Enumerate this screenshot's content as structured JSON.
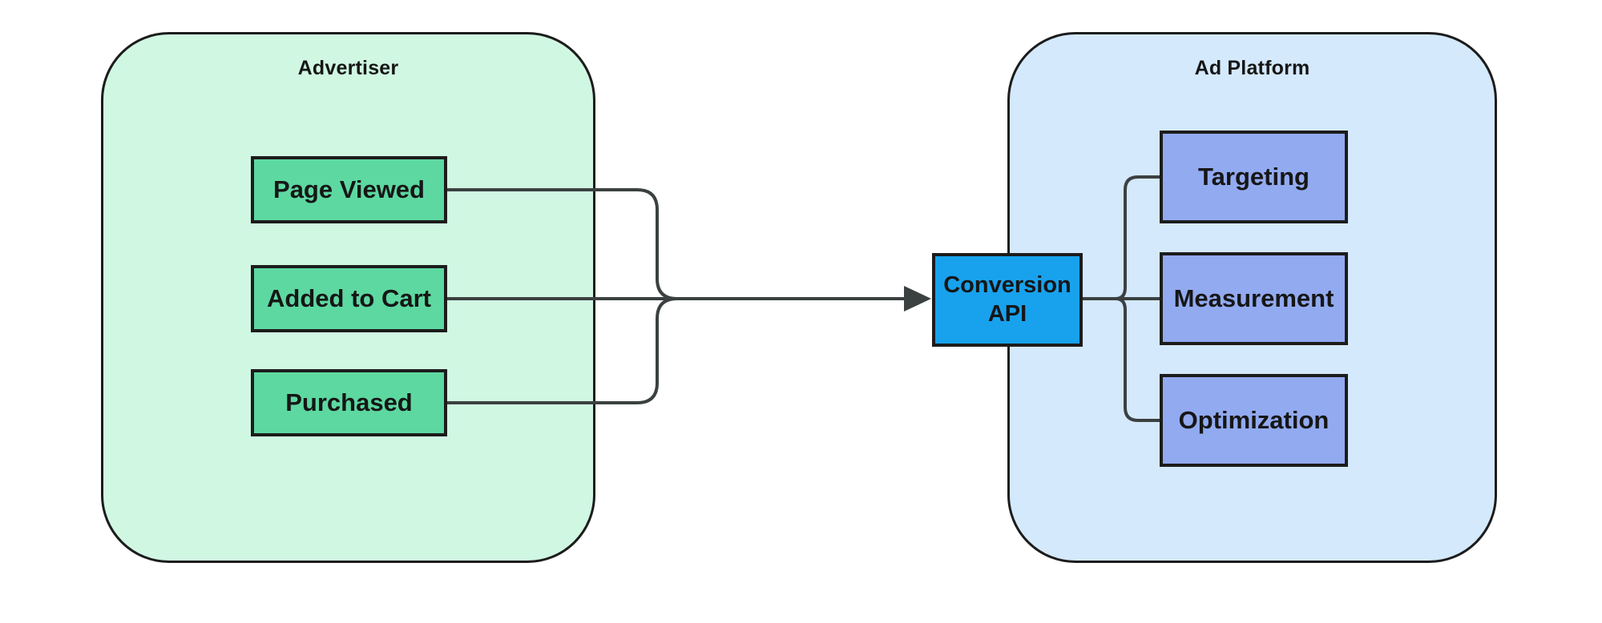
{
  "colors": {
    "page-bg": "#ffffff",
    "advertiser-bg": "#d0f7e2",
    "advertiser-node-bg": "#5dd8a1",
    "platform-bg": "#d4e9fc",
    "platform-node-bg": "#92aaf0",
    "hub-bg": "#18a2ee",
    "border": "#1c1c1c",
    "edge": "#3b4141",
    "text": "#161616"
  },
  "advertiser": {
    "title": "Advertiser",
    "events": [
      {
        "label": "Page Viewed"
      },
      {
        "label": "Added to Cart"
      },
      {
        "label": "Purchased"
      }
    ]
  },
  "hub": {
    "label": "Conversion API"
  },
  "ad_platform": {
    "title": "Ad Platform",
    "capabilities": [
      {
        "label": "Targeting"
      },
      {
        "label": "Measurement"
      },
      {
        "label": "Optimization"
      }
    ]
  }
}
